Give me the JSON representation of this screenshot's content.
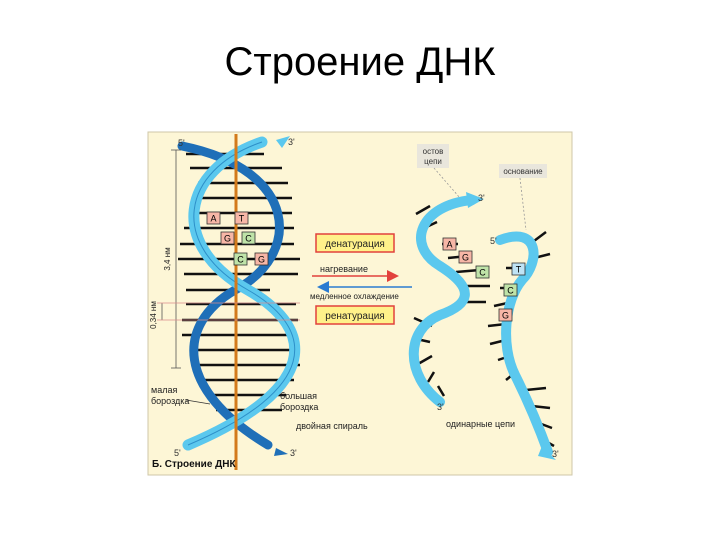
{
  "slide": {
    "title": "Строение ДНК"
  },
  "panel": {
    "caption": "Б. Строение ДНК",
    "colors": {
      "background": "#fdf6d6",
      "strand": "#5bc8ee",
      "strand_dark": "#1f6fb8",
      "axis": "#d37a1b",
      "rung": "#111111",
      "base_fill": "#f7b6a6"
    },
    "double_helix": {
      "end_top_left": "5'",
      "end_top_right": "3'",
      "end_bottom_left": "5'",
      "end_bottom_right": "3'",
      "pitch_label": "3,4 нм",
      "rise_label": "0,34 нм",
      "minor_groove": [
        "малая",
        "бороздка"
      ],
      "major_groove": [
        "большая",
        "бороздка"
      ],
      "label": "двойная спираль",
      "base_pairs": [
        {
          "left": "A",
          "right": "T"
        },
        {
          "left": "G",
          "right": "C"
        },
        {
          "left": "C",
          "right": "G"
        }
      ]
    },
    "process": {
      "denaturation": "денатурация",
      "heating": "нагревание",
      "slow_cooling": "медленное охлаждение",
      "renaturation": "ренатурация"
    },
    "single_strands": {
      "backbone": [
        "остов",
        "цепи"
      ],
      "base": "основание",
      "strand1_top": "3'",
      "strand1_bottom": "3'",
      "strand2_top": "5'",
      "strand2_bottom": "3'",
      "bases_strand1": [
        "A",
        "G",
        "C"
      ],
      "bases_strand2": [
        "T",
        "C",
        "G"
      ],
      "label": "одинарные цепи"
    }
  }
}
